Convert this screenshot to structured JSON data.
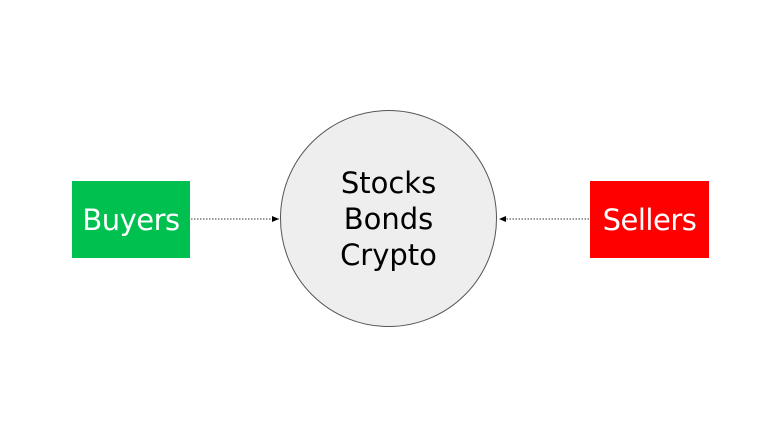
{
  "nodes": {
    "buyers": {
      "label": "Buyers",
      "color": "#00c050"
    },
    "sellers": {
      "label": "Sellers",
      "color": "#ff0000"
    },
    "market": {
      "lines": [
        "Stocks",
        "Bonds",
        "Crypto"
      ],
      "fill": "#eeeeee"
    }
  },
  "edges": [
    {
      "from": "buyers",
      "to": "market",
      "style": "dotted"
    },
    {
      "from": "sellers",
      "to": "market",
      "style": "dotted"
    }
  ]
}
